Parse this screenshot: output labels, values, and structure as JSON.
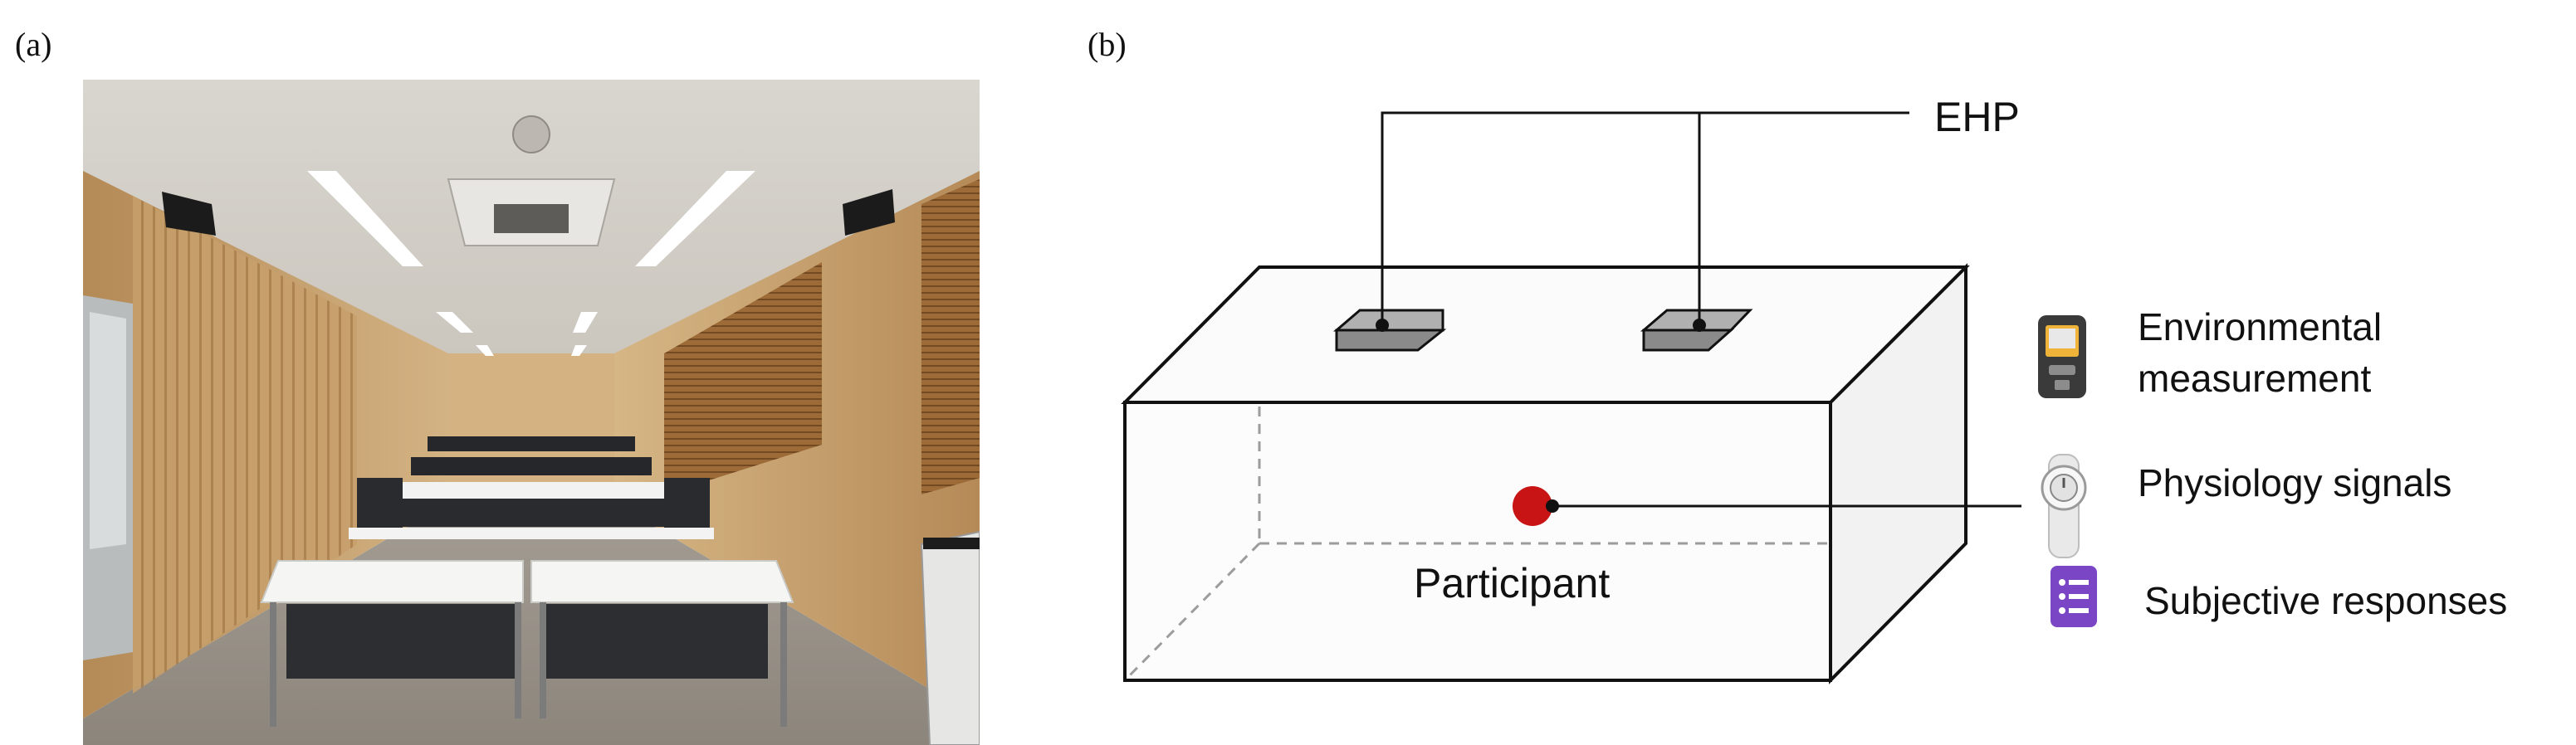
{
  "panels": {
    "a": {
      "label": "(a)"
    },
    "b": {
      "label": "(b)"
    }
  },
  "diagram": {
    "ehp_label": "EHP",
    "participant_label": "Participant",
    "legend": {
      "environmental": {
        "line1": "Environmental",
        "line2": "measurement",
        "icon": "handheld-meter-icon"
      },
      "physiology": {
        "text": "Physiology signals",
        "icon": "smartwatch-icon"
      },
      "subjective": {
        "text": "Subjective responses",
        "icon": "survey-form-icon"
      }
    }
  },
  "colors": {
    "participant_dot": "#c81414",
    "sensor_fill": "#8a8a8a",
    "form_icon": "#7b46c6",
    "wood": "#c9a574"
  }
}
